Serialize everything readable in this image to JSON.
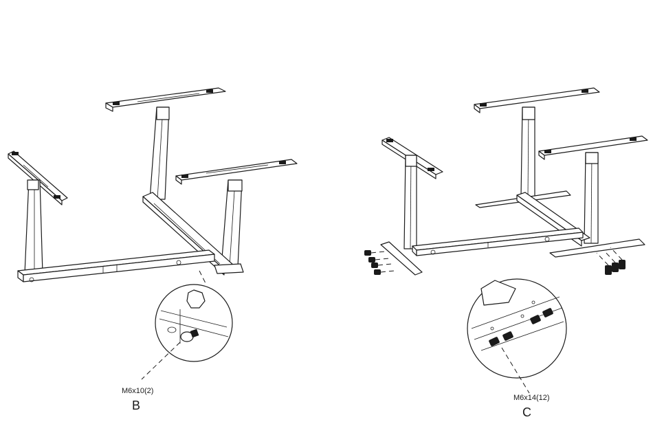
{
  "step_b": {
    "letter": "B",
    "spec": "M6x10(2)"
  },
  "step_c": {
    "letter": "C",
    "spec": "M6x14(12)"
  }
}
